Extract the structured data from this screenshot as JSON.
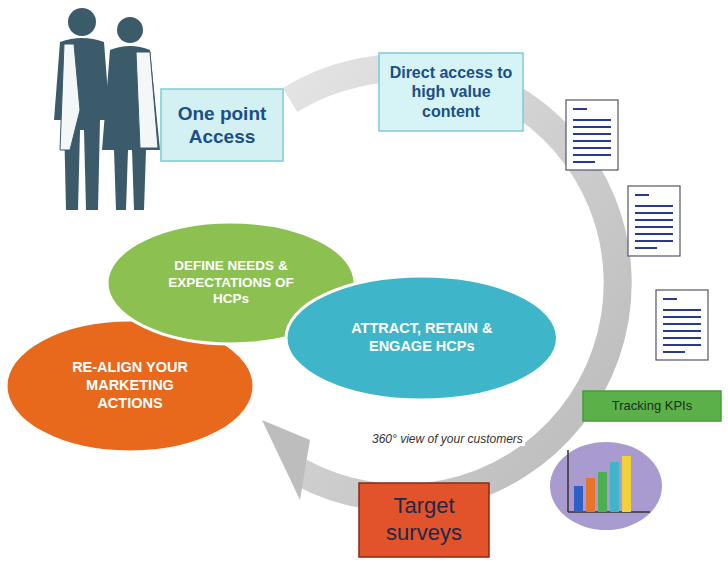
{
  "diagram": {
    "nodes": [
      {
        "text": [
          "One point Access"
        ]
      },
      {
        "text": [
          "Direct access to high value content"
        ]
      },
      {
        "text": [
          "DEFINE NEEDS & EXPECTATIONS OF HCPs"
        ]
      },
      {
        "text": [
          "ATTRACT, RETAIN & ENGAGE HCPs"
        ]
      },
      {
        "text": [
          "RE-ALIGN YOUR MARKETING ACTIONS"
        ]
      },
      {
        "text": [
          "Tracking KPIs"
        ]
      },
      {
        "text": [
          "Target surveys"
        ]
      }
    ],
    "labels": [
      "360° view of your customers"
    ]
  }
}
